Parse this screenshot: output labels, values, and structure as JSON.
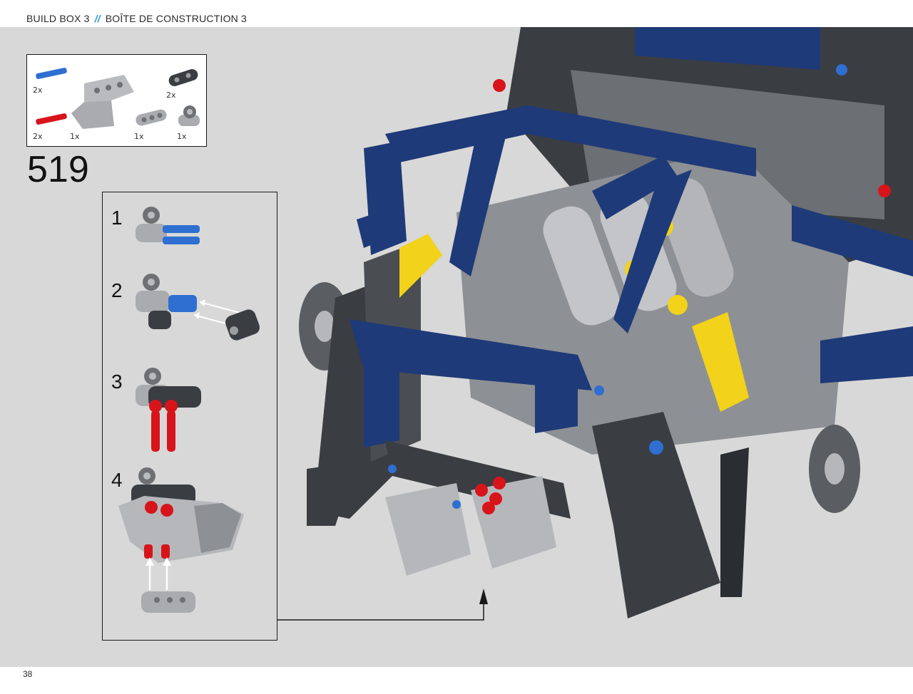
{
  "header": {
    "left": "BUILD BOX 3",
    "separator": "//",
    "right": "BOÎTE DE CONSTRUCTION 3"
  },
  "parts_list": {
    "items": [
      {
        "count": "2x",
        "part": "blue-pin-icon"
      },
      {
        "count": "2x",
        "part": "dark-gray-beam-icon"
      },
      {
        "count": "2x",
        "part": "red-axle-pin-icon"
      },
      {
        "count": "1x",
        "part": "light-gray-panel-icon"
      },
      {
        "count": "1x",
        "part": "light-gray-beam-icon"
      },
      {
        "count": "1x",
        "part": "connector-icon"
      }
    ]
  },
  "step": {
    "number": "519",
    "substeps": [
      "1",
      "2",
      "3",
      "4"
    ]
  },
  "page": {
    "number": "38"
  },
  "colors": {
    "background": "#d8d8d8",
    "accent": "#2f9bd6",
    "navy": "#1f3a78",
    "dark_gray": "#3a3d42",
    "light_gray": "#a9abae",
    "red": "#d8141b",
    "blue": "#2e6fd1",
    "yellow": "#f2d21a"
  }
}
